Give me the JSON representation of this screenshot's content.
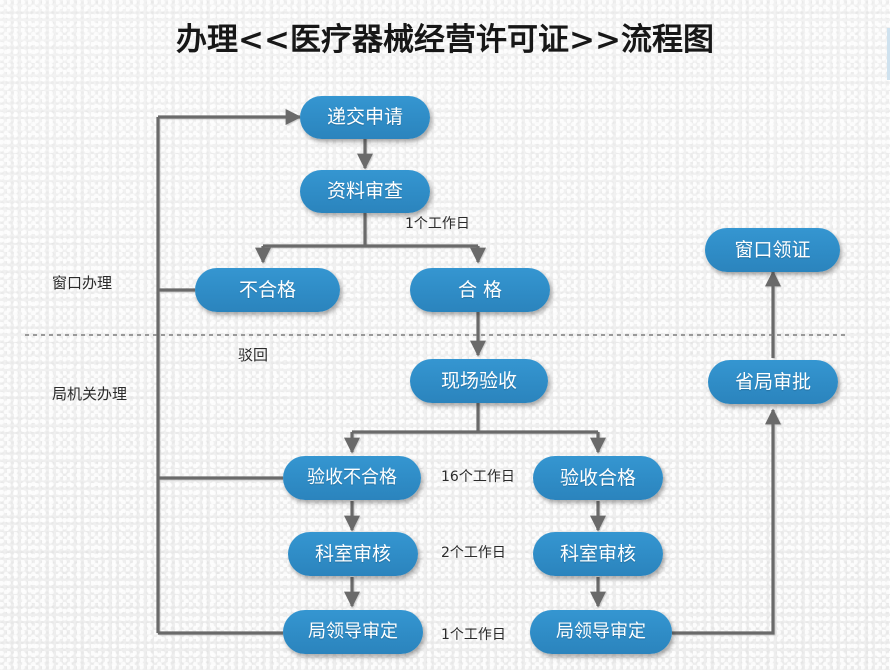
{
  "title": "办理<<医疗器械经营许可证>>流程图",
  "theme": {
    "node_fill": "#2f8cc6",
    "node_text": "#ffffff",
    "connector": "#6b6b6b",
    "background": "#f0f0f0",
    "caption_text": "#2b2b2b"
  },
  "lane_labels": [
    {
      "id": "lane-window",
      "text": "窗口办理"
    },
    {
      "id": "lane-bureau",
      "text": "局机关办理"
    }
  ],
  "nodes": [
    {
      "id": "submit-application",
      "text": "递交申请"
    },
    {
      "id": "document-review",
      "text": "资料审查"
    },
    {
      "id": "unqualified",
      "text": "不合格"
    },
    {
      "id": "qualified",
      "text": "合 格"
    },
    {
      "id": "onsite-inspection",
      "text": "现场验收"
    },
    {
      "id": "inspection-failed",
      "text": "验收不合格"
    },
    {
      "id": "inspection-passed",
      "text": "验收合格"
    },
    {
      "id": "dept-review-left",
      "text": "科室审核"
    },
    {
      "id": "dept-review-right",
      "text": "科室审核"
    },
    {
      "id": "leader-approval-left",
      "text": "局领导审定"
    },
    {
      "id": "leader-approval-right",
      "text": "局领导审定"
    },
    {
      "id": "provincial-approval",
      "text": "省局审批"
    },
    {
      "id": "window-collect",
      "text": "窗口领证"
    }
  ],
  "edge_labels": [
    {
      "id": "edge-label-1",
      "text": "1个工作日"
    },
    {
      "id": "edge-label-reject",
      "text": "驳回"
    },
    {
      "id": "edge-label-16",
      "text": "16个工作日"
    },
    {
      "id": "edge-label-2",
      "text": "2个工作日"
    },
    {
      "id": "edge-label-1b",
      "text": "1个工作日"
    }
  ]
}
